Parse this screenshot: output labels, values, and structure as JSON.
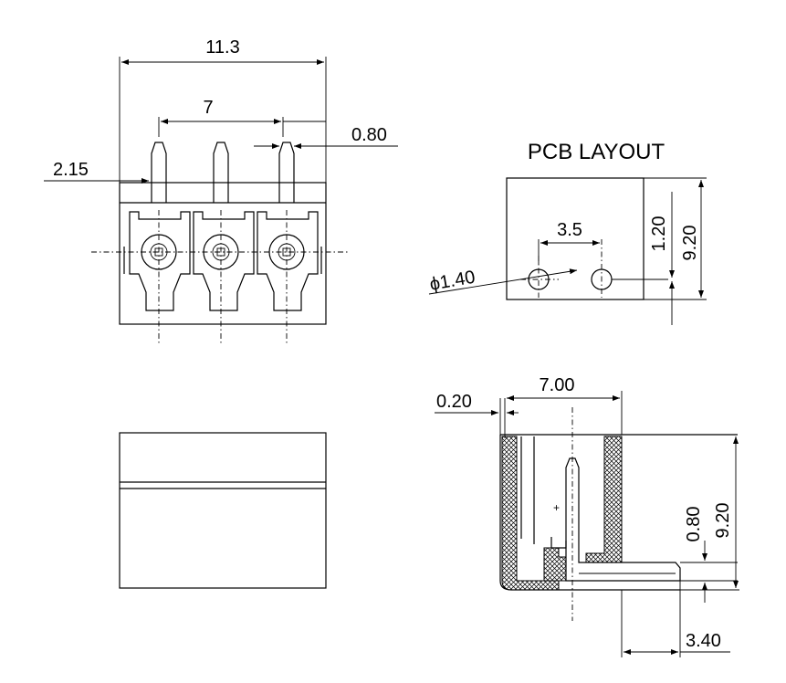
{
  "front_view": {
    "width_label": "11.3",
    "pitch_label": "7",
    "pin_label": "0.80",
    "offset_label": "2.15"
  },
  "pcb_layout": {
    "title": "PCB LAYOUT",
    "pitch_label": "3.5",
    "hole_label": "ϕ1.40",
    "offset_label": "1.20",
    "height_label": "9.20"
  },
  "side_view": {
    "gap_label": "0.20",
    "depth_label": "7.00",
    "pin_label": "0.80",
    "height_label": "9.20",
    "overhang_label": "3.40"
  }
}
